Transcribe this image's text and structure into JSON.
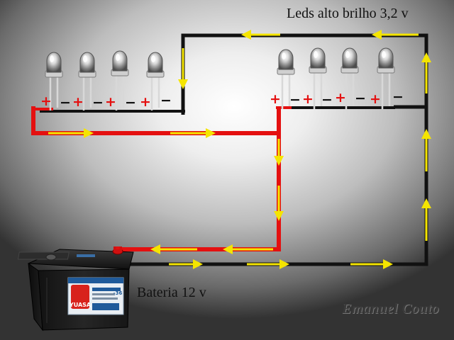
{
  "labels": {
    "led_title": "Leds alto brilho 3,2 v",
    "battery_title": "Bateria 12 v",
    "signature": "Emanuel Couto",
    "battery_brand": "YUASA",
    "battery_model": "-36",
    "plus_sign": "+",
    "minus_sign": "−"
  },
  "colors": {
    "positive_wire": "#e41010",
    "negative_wire": "#111111",
    "current_arrow": "#f5e500",
    "battery_body": "#1e1e1e",
    "battery_terminal_positive": "#d01010"
  },
  "led_groups": [
    {
      "name": "left-group",
      "led_count": 4
    },
    {
      "name": "right-group",
      "led_count": 4
    }
  ]
}
